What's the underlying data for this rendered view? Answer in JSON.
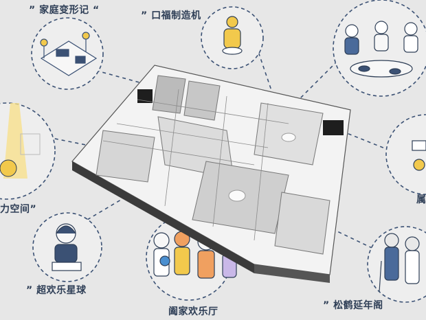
{
  "labels": {
    "family_transform": "” 家庭变形记 “",
    "kitchen": "” 口福制造机",
    "study_space": "力空间”",
    "kids_planet": "” 超欢乐星球",
    "family_hall": "阖家欢乐厅",
    "elders_room": "” 松鹤延年阁",
    "partial_right": "属"
  },
  "colors": {
    "background": "#e7e7e7",
    "label_text": "#2e3e56",
    "dashed_line": "#3b5174",
    "accent_yellow": "#f2c94c"
  }
}
